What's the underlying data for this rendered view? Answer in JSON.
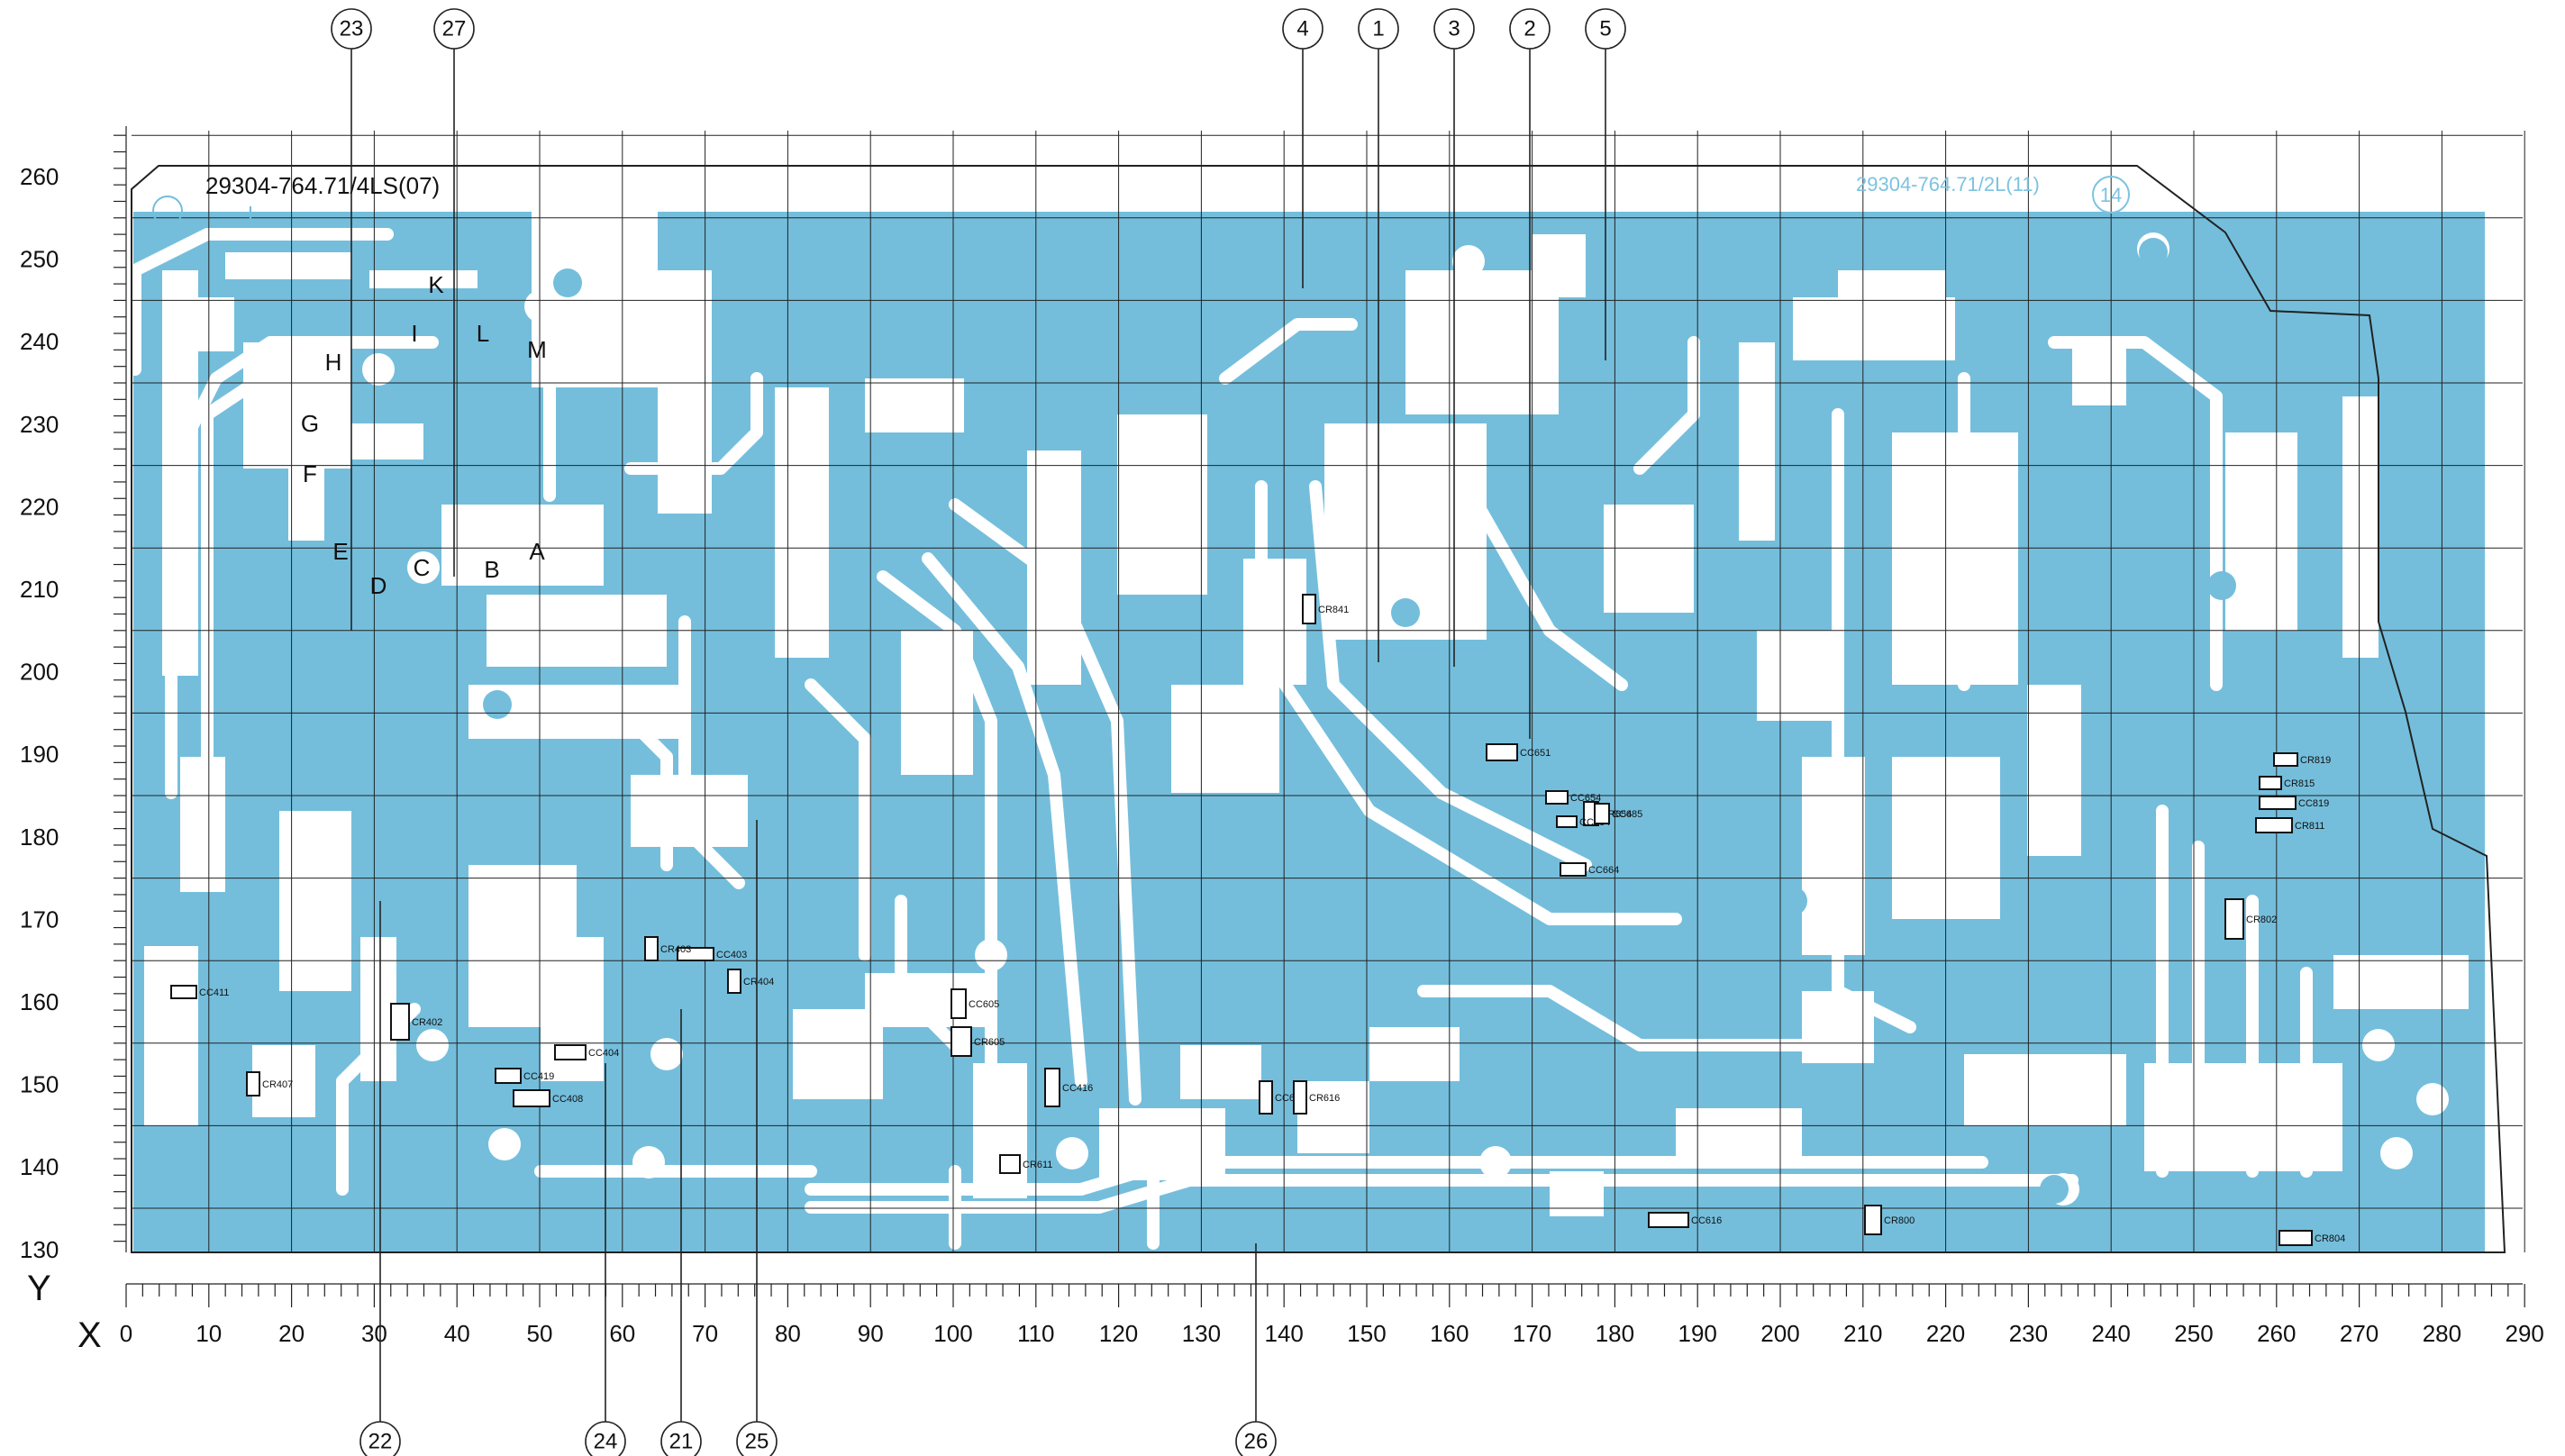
{
  "board": {
    "part_number_left": "29304-764.71/4LS(07)",
    "part_number_right": "29304-764.71/2L(11)",
    "marker_right": "14"
  },
  "axes": {
    "x_label": "X",
    "y_label": "Y",
    "x_ticks": [
      "0",
      "10",
      "20",
      "30",
      "40",
      "50",
      "60",
      "70",
      "80",
      "90",
      "100",
      "110",
      "120",
      "130",
      "140",
      "150",
      "160",
      "170",
      "180",
      "190",
      "200",
      "210",
      "220",
      "230",
      "240",
      "250",
      "260",
      "270",
      "280",
      "290"
    ],
    "y_ticks": [
      "260",
      "250",
      "240",
      "230",
      "220",
      "210",
      "200",
      "190",
      "180",
      "170",
      "160",
      "150",
      "140",
      "130"
    ]
  },
  "callouts_top": [
    {
      "id": "23"
    },
    {
      "id": "27"
    },
    {
      "id": "4"
    },
    {
      "id": "1"
    },
    {
      "id": "3"
    },
    {
      "id": "2"
    },
    {
      "id": "5"
    }
  ],
  "callouts_bottom": [
    {
      "id": "22"
    },
    {
      "id": "24"
    },
    {
      "id": "21"
    },
    {
      "id": "25"
    },
    {
      "id": "26"
    }
  ],
  "node_letters": [
    "K",
    "I",
    "L",
    "M",
    "H",
    "G",
    "F",
    "E",
    "D",
    "C",
    "B",
    "A"
  ],
  "components": [
    "CC651",
    "CC654",
    "CC664",
    "CR654",
    "CC684",
    "CC685",
    "CR841",
    "CC419",
    "CC404",
    "CC408",
    "CC403",
    "CR404",
    "CR403",
    "CC411",
    "CR407",
    "CR402",
    "CC605",
    "CR605",
    "CC416",
    "CC611",
    "CR616",
    "CR611",
    "CC616",
    "CR800",
    "CR819",
    "CR815",
    "CC819",
    "CR802",
    "CR804",
    "CR811"
  ],
  "colors": {
    "copper": "#74bedc",
    "grid": "#222222",
    "background": "#ffffff"
  }
}
